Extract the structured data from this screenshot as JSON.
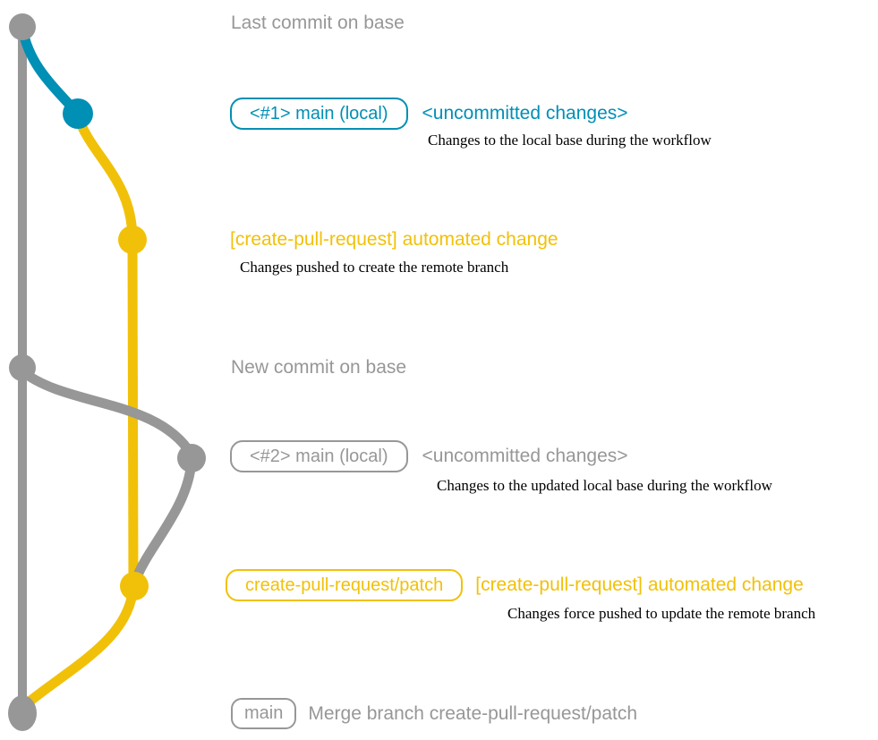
{
  "colors": {
    "base_gray": "#979797",
    "local_blue": "#008fb5",
    "patch_yellow": "#f1c109",
    "description_black": "#000000",
    "background": "#ffffff"
  },
  "annotations": {
    "last_commit": "Last commit on base",
    "new_commit": "New commit on base"
  },
  "rows": {
    "row1": {
      "badge": "<#1> main (local)",
      "message": "<uncommitted changes>",
      "description": "Changes to the local base during the workflow"
    },
    "row2": {
      "message": "[create-pull-request] automated change",
      "description": "Changes pushed to create the remote branch"
    },
    "row3": {
      "badge": "<#2> main (local)",
      "message": "<uncommitted changes>",
      "description": "Changes to the updated local base during the workflow"
    },
    "row4": {
      "badge": "create-pull-request/patch",
      "message": "[create-pull-request] automated change",
      "description": "Changes force pushed to update the remote branch"
    },
    "merge": {
      "badge": "main",
      "message": "Merge branch create-pull-request/patch"
    }
  },
  "commits": [
    {
      "branch": "base",
      "color": "#979797",
      "label": "Last commit on base"
    },
    {
      "branch": "main-local-1",
      "color": "#008fb5",
      "label": "<#1> main (local) <uncommitted changes>"
    },
    {
      "branch": "create-pull-request/patch",
      "color": "#f1c109",
      "label": "[create-pull-request] automated change"
    },
    {
      "branch": "base",
      "color": "#979797",
      "label": "New commit on base"
    },
    {
      "branch": "main-local-2",
      "color": "#979797",
      "label": "<#2> main (local) <uncommitted changes>"
    },
    {
      "branch": "create-pull-request/patch",
      "color": "#f1c109",
      "label": "create-pull-request/patch [create-pull-request] automated change"
    },
    {
      "branch": "base",
      "color": "#979797",
      "label": "main Merge branch create-pull-request/patch"
    }
  ]
}
